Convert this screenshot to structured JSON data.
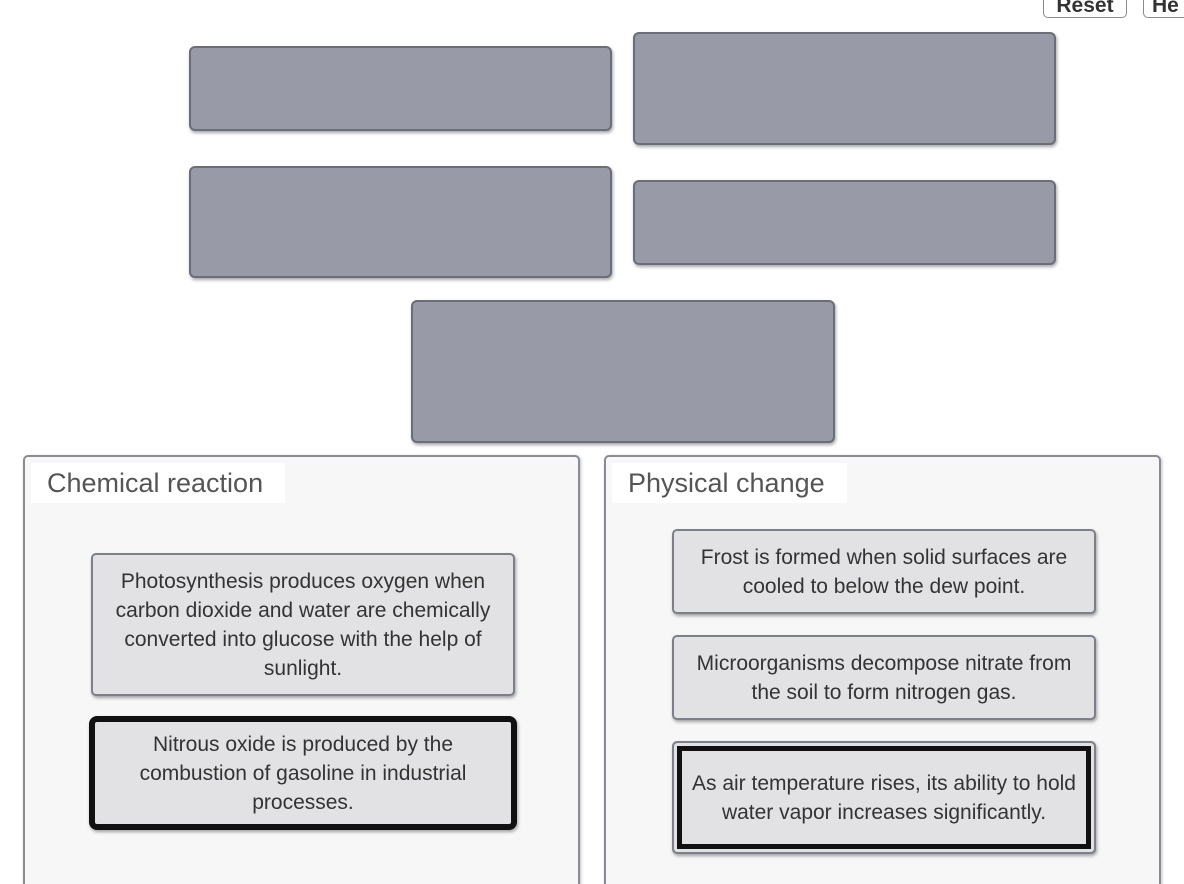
{
  "toolbar": {
    "reset_label": "Reset",
    "help_label": "He"
  },
  "bins": [
    {
      "label": "Chemical reaction",
      "cards": [
        "Photosynthesis produces oxygen when carbon dioxide and water are chemically converted into glucose with the help of sunlight.",
        "Nitrous oxide is produced by the combustion of gasoline in industrial processes."
      ]
    },
    {
      "label": "Physical change",
      "cards": [
        "Frost is formed when solid surfaces are cooled to below the dew point.",
        "Microorganisms decompose nitrate from the soil to form nitrogen gas.",
        "As air temperature rises, its ability to hold water vapor increases significantly."
      ]
    }
  ]
}
